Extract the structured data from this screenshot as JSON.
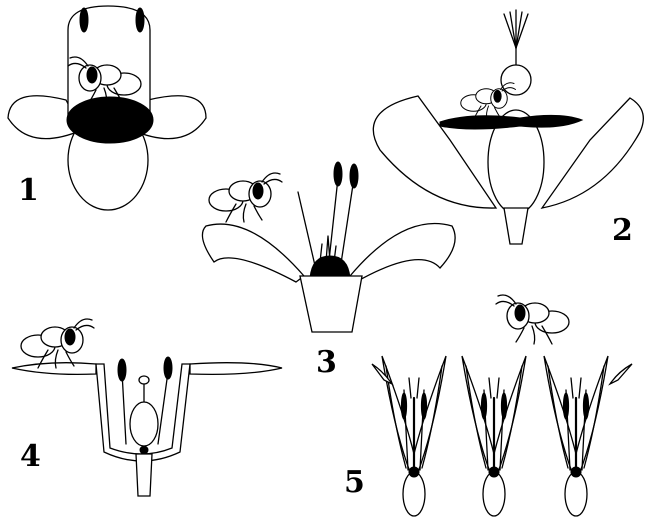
{
  "panels": [
    {
      "label": "1"
    },
    {
      "label": "2"
    },
    {
      "label": "3"
    },
    {
      "label": "4"
    },
    {
      "label": "5"
    }
  ],
  "colors": {
    "ink": "#000000",
    "paper": "#ffffff"
  }
}
